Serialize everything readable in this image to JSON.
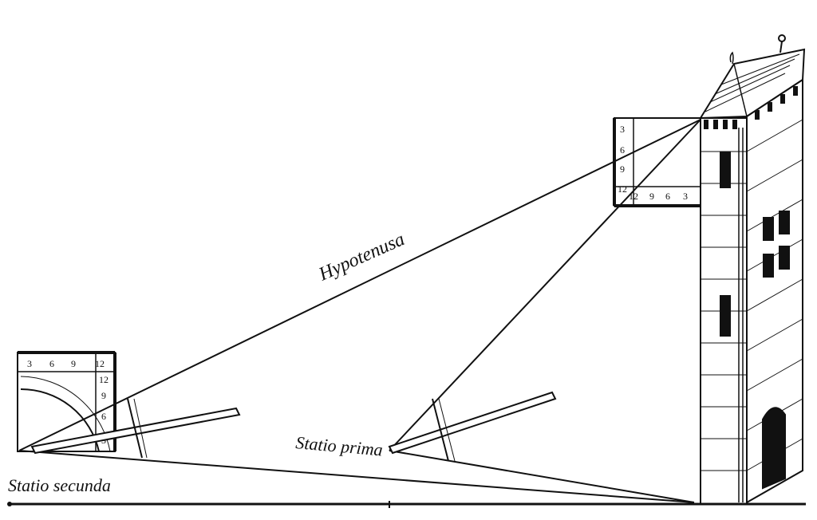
{
  "labels": {
    "hypotenuse": "Hypotenusa",
    "station_first": "Statio prima",
    "station_second": "Statio secunda"
  },
  "near_quadrant": {
    "top_scale": [
      "3",
      "6",
      "9",
      "12"
    ],
    "side_scale": [
      "12",
      "9",
      "6",
      "3"
    ]
  },
  "far_quadrant": {
    "side_scale": [
      "3",
      "6",
      "9",
      "12"
    ],
    "bottom_scale": [
      "12",
      "9",
      "6",
      "3"
    ]
  },
  "colors": {
    "ink": "#111111",
    "paper": "#ffffff"
  }
}
